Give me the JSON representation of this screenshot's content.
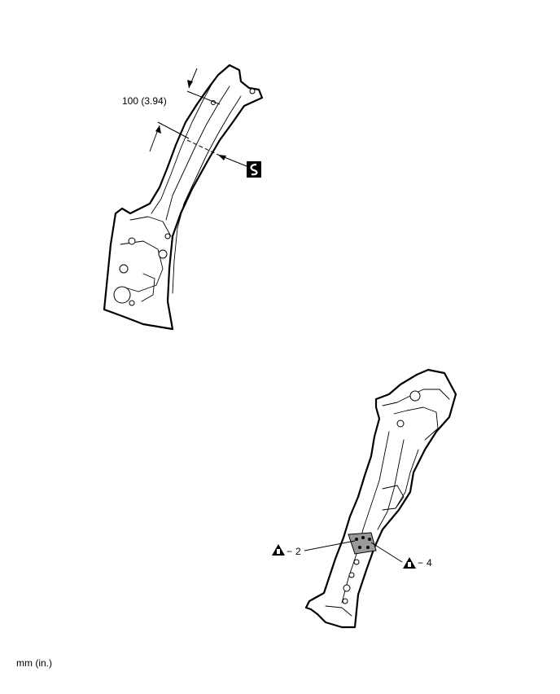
{
  "diagram": {
    "dimension_label": "100 (3.94)",
    "units_label": "mm (in.)",
    "callouts": [
      {
        "symbol": "cut-symbol",
        "text": ""
      },
      {
        "symbol": "spot-weld-symbol",
        "text": "2"
      },
      {
        "symbol": "spot-weld-symbol",
        "text": "4"
      }
    ]
  }
}
